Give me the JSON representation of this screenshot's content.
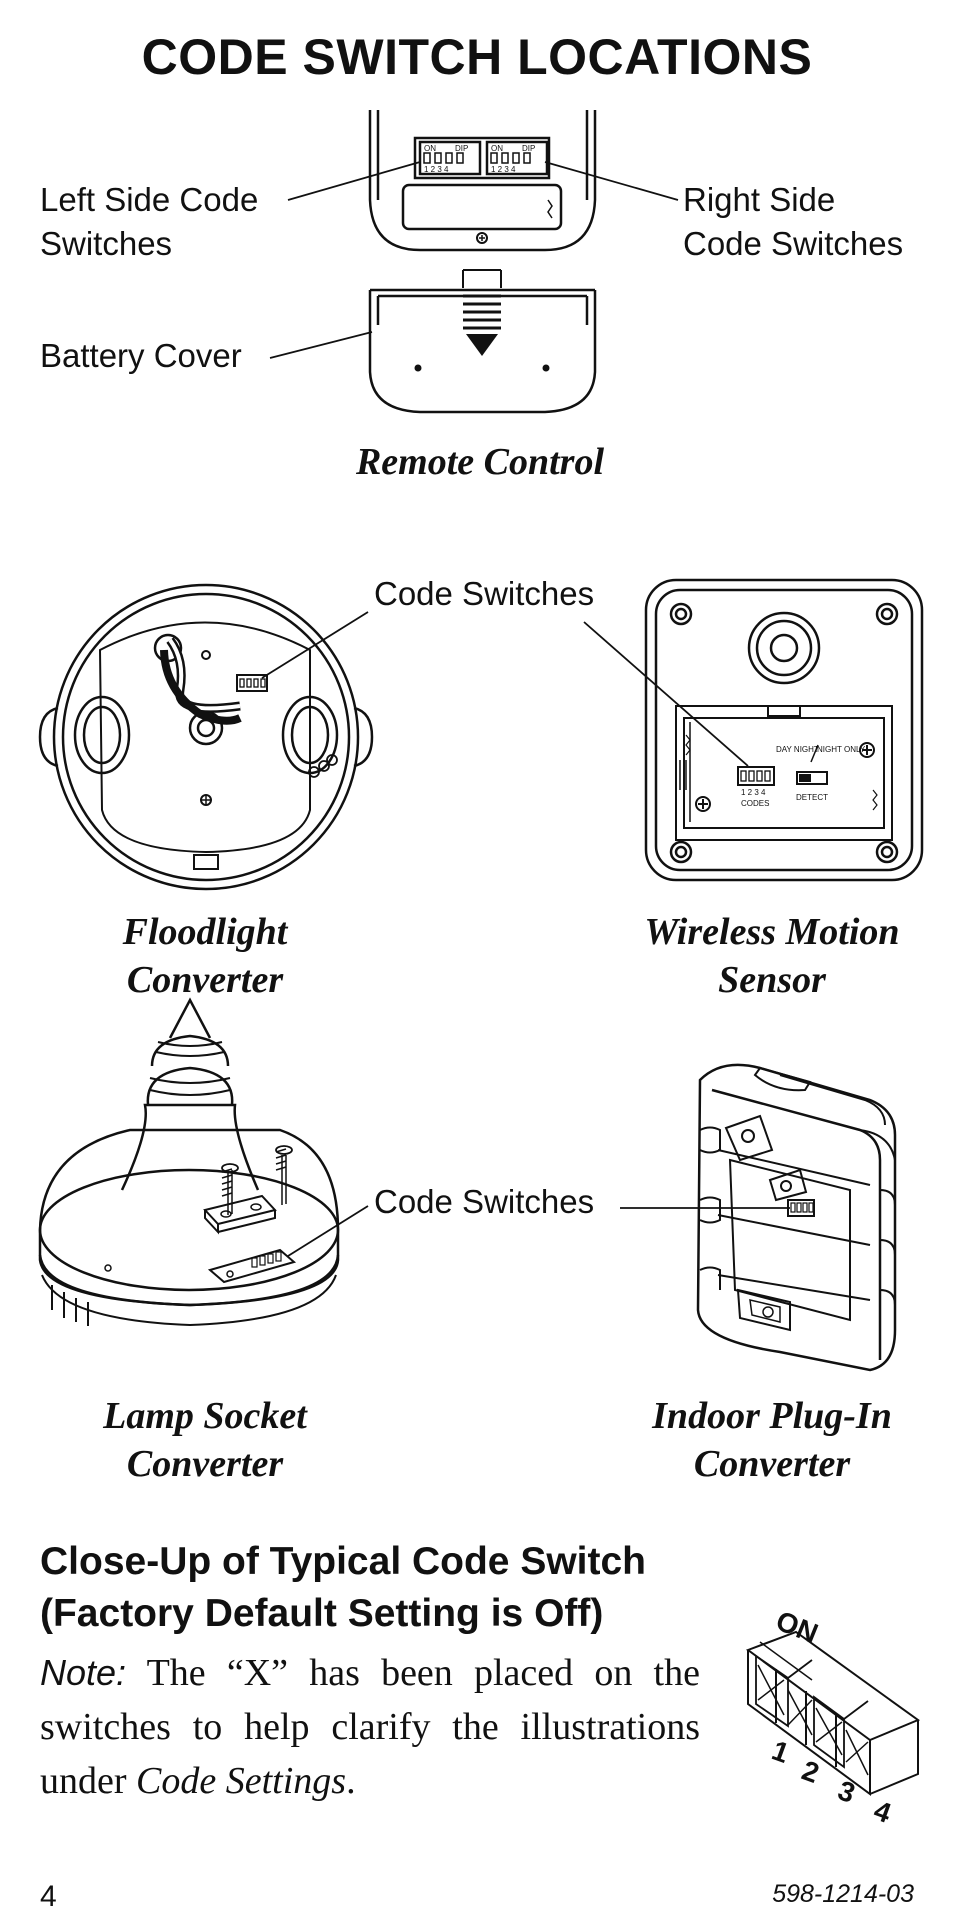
{
  "page": {
    "title": "CODE SWITCH LOCATIONS",
    "page_number": "4",
    "doc_number": "598-1214-03"
  },
  "remote": {
    "left_label_line1": "Left Side Code",
    "left_label_line2": "Switches",
    "right_label_line1": "Right Side",
    "right_label_line2": "Code Switches",
    "battery_label": "Battery Cover",
    "caption": "Remote Control",
    "dip_on": "ON",
    "dip_dip": "DIP",
    "dip_numbers": "1 2 3 4"
  },
  "devices": {
    "code_switches_label_top": "Code Switches",
    "code_switches_label_bottom": "Code Switches",
    "floodlight_line1": "Floodlight",
    "floodlight_line2": "Converter",
    "motion_line1": "Wireless Motion",
    "motion_line2": "Sensor",
    "lamp_line1": "Lamp Socket",
    "lamp_line2": "Converter",
    "plugin_line1": "Indoor Plug-In",
    "plugin_line2": "Converter",
    "sensor_day_night": "DAY NIGHT",
    "sensor_night_only": "NIGHT ONLY",
    "sensor_detect": "DETECT",
    "sensor_codes_numbers": "1 2 3 4",
    "sensor_codes": "CODES"
  },
  "closeup": {
    "heading_line1": "Close-Up of Typical Code Switch",
    "heading_line2": "(Factory Default Setting is Off)",
    "note_lead": "Note:",
    "note_body": "The “X” has been placed on the switches to help clarify the illustrations under ",
    "note_italic": "Code Settings",
    "note_end": ".",
    "switch_on": "ON",
    "switch_numbers": [
      "1",
      "2",
      "3",
      "4"
    ]
  }
}
